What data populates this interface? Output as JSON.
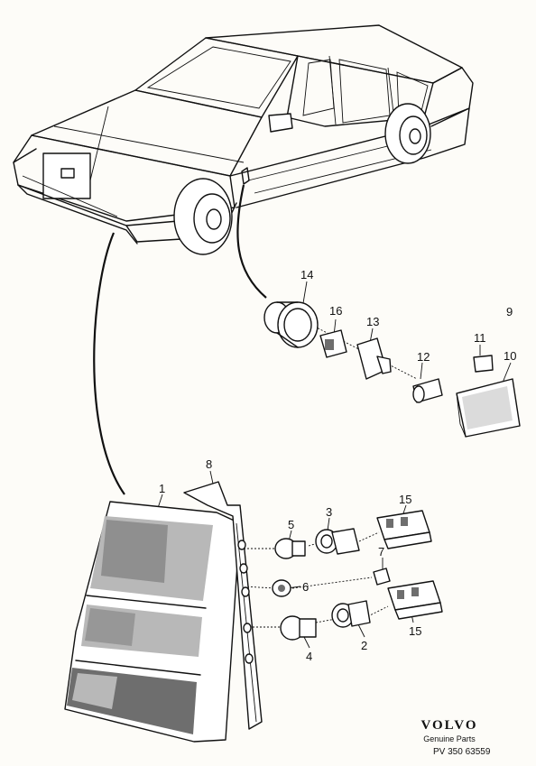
{
  "callouts": [
    {
      "id": "c14",
      "text": "14"
    },
    {
      "id": "c16",
      "text": "16"
    },
    {
      "id": "c13",
      "text": "13"
    },
    {
      "id": "c9",
      "text": "9"
    },
    {
      "id": "c11",
      "text": "11"
    },
    {
      "id": "c12",
      "text": "12"
    },
    {
      "id": "c10",
      "text": "10"
    },
    {
      "id": "c8",
      "text": "8"
    },
    {
      "id": "c1",
      "text": "1"
    },
    {
      "id": "c3",
      "text": "3"
    },
    {
      "id": "c15a",
      "text": "15"
    },
    {
      "id": "c5",
      "text": "5"
    },
    {
      "id": "c7",
      "text": "7"
    },
    {
      "id": "c6",
      "text": "6"
    },
    {
      "id": "c4",
      "text": "4"
    },
    {
      "id": "c2",
      "text": "2"
    },
    {
      "id": "c15b",
      "text": "15"
    }
  ],
  "brand": {
    "logo_text": "VOLVO",
    "tagline": "Genuine Parts"
  },
  "reference_code": "PV 350 63559",
  "colors": {
    "paper": "#fdfcf8",
    "ink": "#111111",
    "lens_dark": "#6e6e6e",
    "lens_light": "#b8b8b8"
  }
}
